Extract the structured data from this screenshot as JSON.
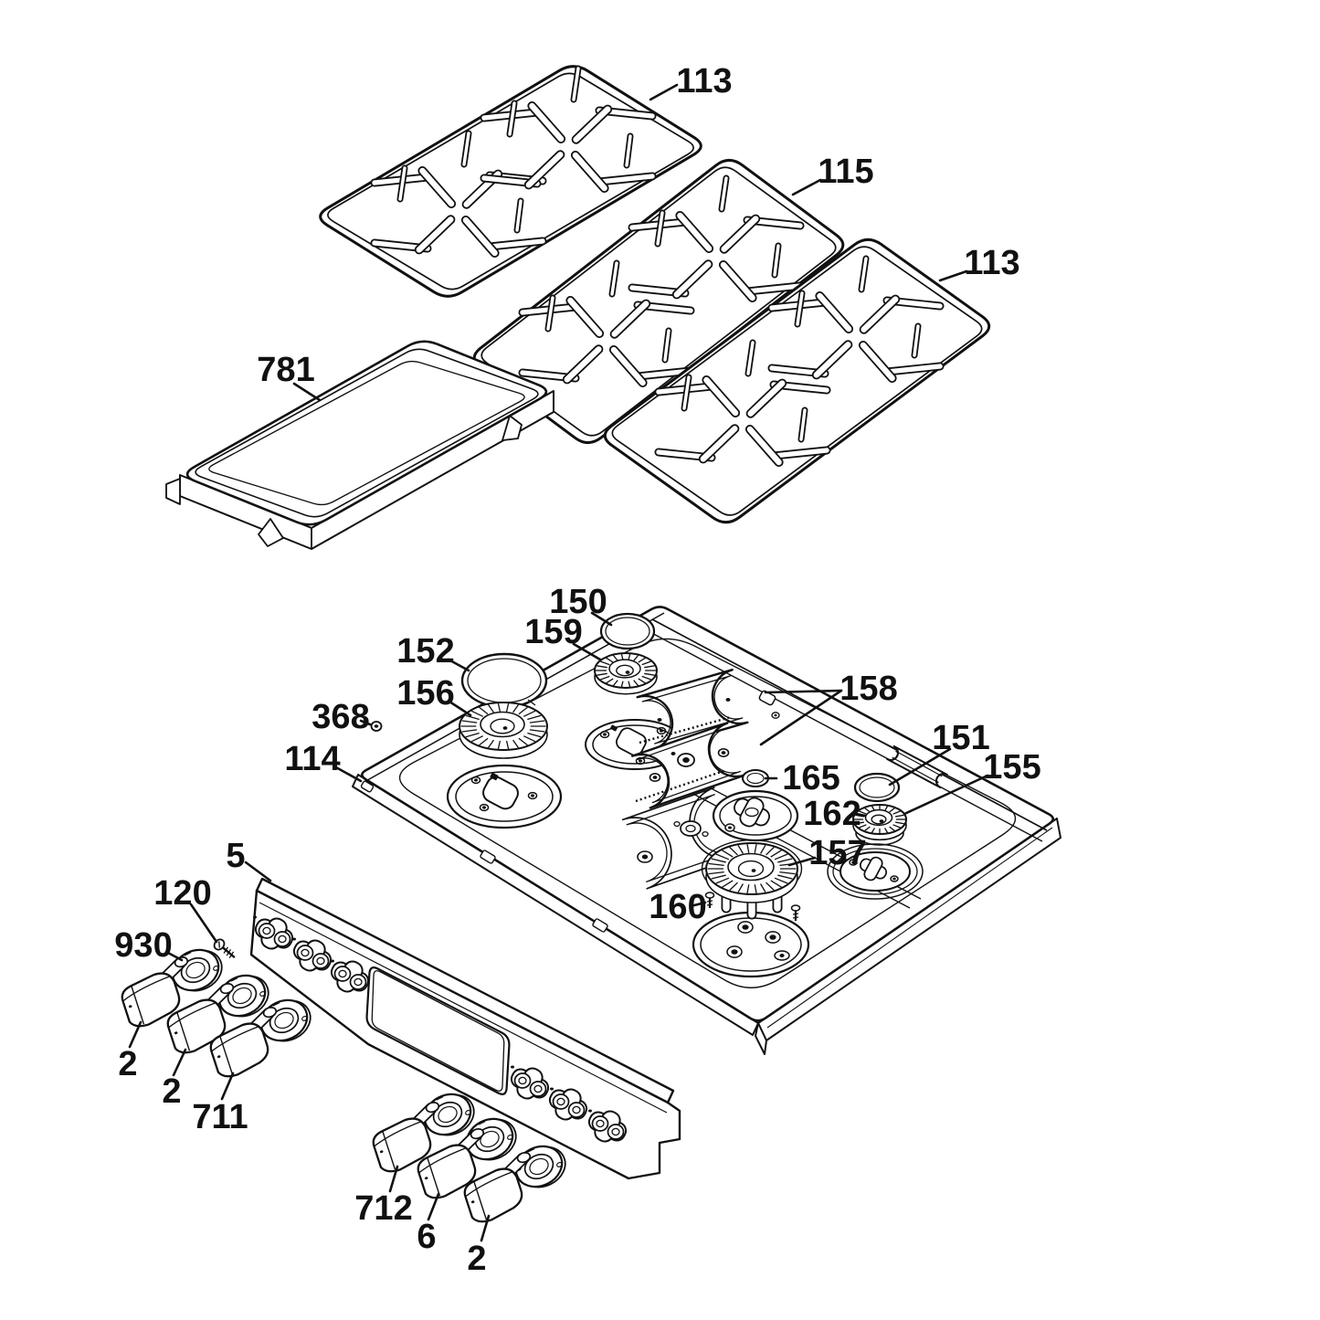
{
  "figure": {
    "type": "exploded-parts-diagram",
    "subject": "gas range cooktop assembly",
    "ink_color": "#111111",
    "paper_color": "#ffffff"
  },
  "callouts": {
    "grate_left": "113",
    "grate_center": "115",
    "grate_right": "113",
    "griddle": "781",
    "burner_cap_center_rear": "150",
    "burner_cap_left_front": "152",
    "burner_head_center_rear": "159",
    "burner_head_left_front": "156",
    "grommet_screw": "368",
    "main_top": "114",
    "griddle_burner_assembly": "158",
    "burner_cap_right": "151",
    "burner_head_right": "155",
    "cap_165": "165",
    "burner_head_162": "162",
    "burner_head_center_front": "157",
    "burner_screws": "160",
    "control_panel": "5",
    "panel_screw": "120",
    "knob_bezel": "930",
    "knob_top_a": "2",
    "knob_top_b": "2",
    "knob_top_c": "711",
    "knob_bottom_a": "712",
    "knob_bottom_b": "6",
    "knob_bottom_c": "2"
  }
}
